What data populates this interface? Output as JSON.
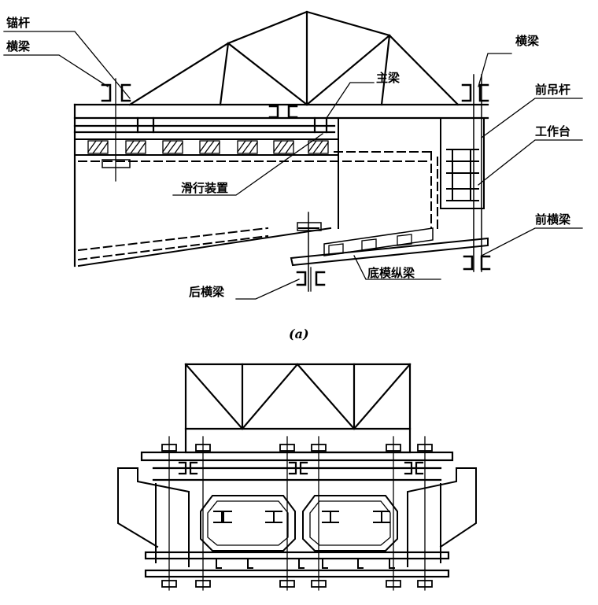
{
  "diagram_a": {
    "caption": "(a)",
    "labels": {
      "anchor_rod": "锚杆",
      "cross_beam_left": "横梁",
      "main_beam": "主梁",
      "cross_beam_right": "横梁",
      "front_hanger": "前吊杆",
      "work_platform": "工作台",
      "sliding_device": "滑行装置",
      "front_cross_beam": "前横梁",
      "rear_cross_beam": "后横梁",
      "bottom_form_girder": "底模纵梁"
    }
  },
  "colors": {
    "ink": "#000000",
    "background": "#ffffff"
  }
}
